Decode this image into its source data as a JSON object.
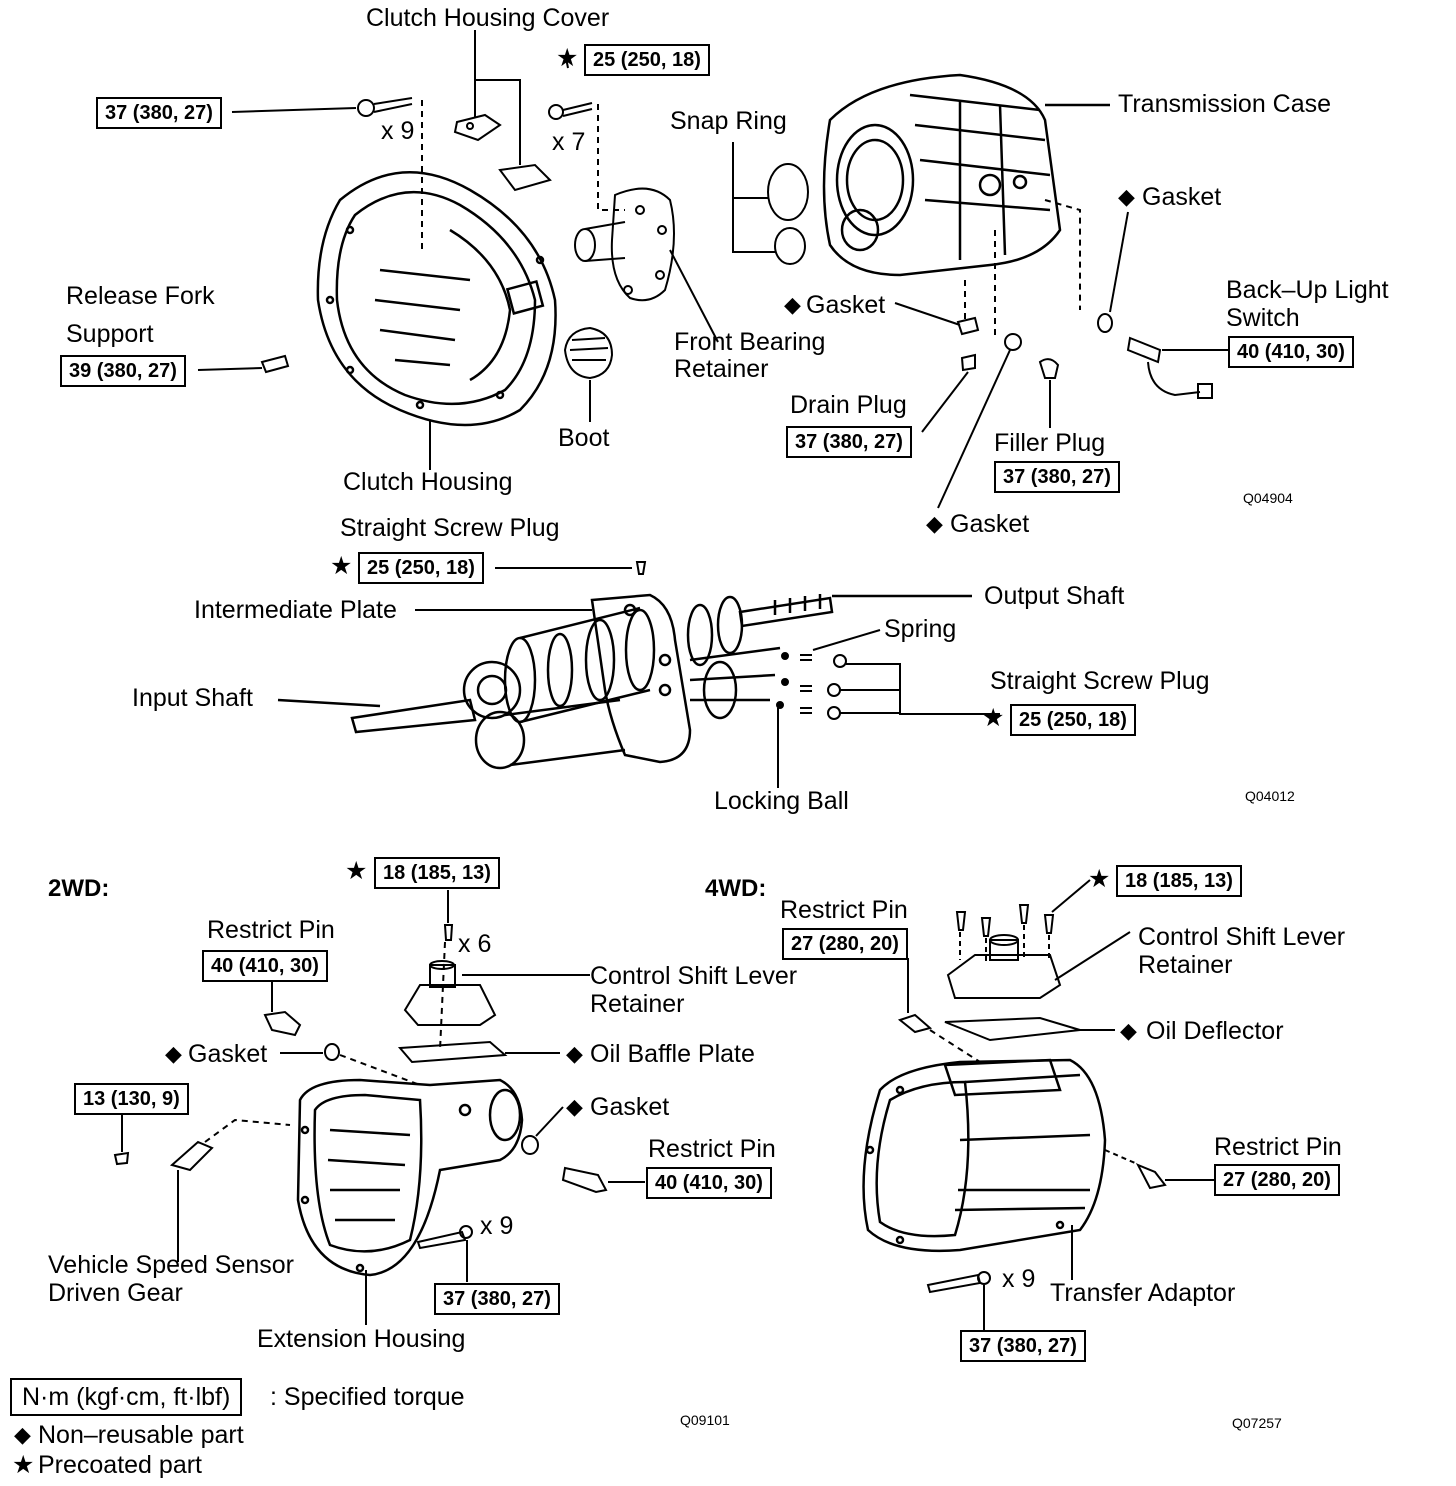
{
  "top": {
    "labels": {
      "clutch_housing_cover": "Clutch Housing Cover",
      "transmission_case": "Transmission Case",
      "snap_ring": "Snap Ring",
      "gasket_right": "Gasket",
      "back_up_light_switch_1": "Back–Up Light",
      "back_up_light_switch_2": "Switch",
      "release_fork_support_1": "Release  Fork",
      "release_fork_support_2": "Support",
      "gasket_mid": "Gasket",
      "front_bearing_retainer_1": "Front Bearing",
      "front_bearing_retainer_2": "Retainer",
      "boot": "Boot",
      "drain_plug": "Drain Plug",
      "filler_plug": "Filler Plug",
      "clutch_housing": "Clutch Housing",
      "gasket_low": "Gasket",
      "qty_x9": "x 9",
      "qty_x7": "x 7"
    },
    "torques": {
      "clutch_housing_bolt": "37 (380, 27)",
      "cover_bolt": "25 (250, 18)",
      "release_fork_support": "39 (380, 27)",
      "back_up_light_switch": "40 (410, 30)",
      "drain_plug": "37 (380, 27)",
      "filler_plug": "37 (380, 27)"
    },
    "code": "Q04904"
  },
  "middle": {
    "labels": {
      "straight_screw_plug_top": "Straight Screw Plug",
      "intermediate_plate": "Intermediate Plate",
      "output_shaft": "Output Shaft",
      "spring": "Spring",
      "input_shaft": "Input Shaft",
      "straight_screw_plug_right": "Straight Screw Plug",
      "locking_ball": "Locking Ball"
    },
    "torques": {
      "straight_screw_plug_top": "25 (250, 18)",
      "straight_screw_plug_right": "25 (250, 18)"
    },
    "code": "Q04012"
  },
  "twowd": {
    "heading": "2WD:",
    "labels": {
      "restrict_pin_top": "Restrict Pin",
      "control_shift_lever_retainer_1": "Control Shift Lever",
      "control_shift_lever_retainer_2": "Retainer",
      "gasket_left": "Gasket",
      "oil_baffle_plate": "Oil Baffle Plate",
      "gasket_right": "Gasket",
      "restrict_pin_right": "Restrict Pin",
      "vss_driven_gear_1": "Vehicle Speed Sensor",
      "vss_driven_gear_2": "Driven Gear",
      "extension_housing": "Extension Housing",
      "qty_x6": "x 6",
      "qty_x9": "x 9"
    },
    "torques": {
      "lever_retainer_bolt": "18 (185, 13)",
      "restrict_pin_top": "40 (410, 30)",
      "vss_bolt": "13 (130, 9)",
      "restrict_pin_right": "40 (410, 30)",
      "housing_bolt": "37 (380, 27)"
    },
    "code": "Q09101"
  },
  "fourwd": {
    "heading": "4WD:",
    "labels": {
      "restrict_pin_top": "Restrict Pin",
      "control_shift_lever_retainer_1": "Control Shift Lever",
      "control_shift_lever_retainer_2": "Retainer",
      "oil_deflector": "Oil Deflector",
      "restrict_pin_right": "Restrict Pin",
      "transfer_adaptor": "Transfer Adaptor",
      "qty_x9": "x 9"
    },
    "torques": {
      "lever_retainer_bolt": "18 (185, 13)",
      "restrict_pin_top": "27 (280, 20)",
      "restrict_pin_right": "27 (280, 20)",
      "adaptor_bolt": "37 (380, 27)"
    },
    "code": "Q07257"
  },
  "legend": {
    "torque_units": "N·m (kgf·cm, ft·lbf)",
    "torque_desc": ": Specified torque",
    "non_reusable": "Non–reusable part",
    "precoated": "Precoated part"
  },
  "symbols": {
    "diamond": "◆",
    "star": "★"
  }
}
